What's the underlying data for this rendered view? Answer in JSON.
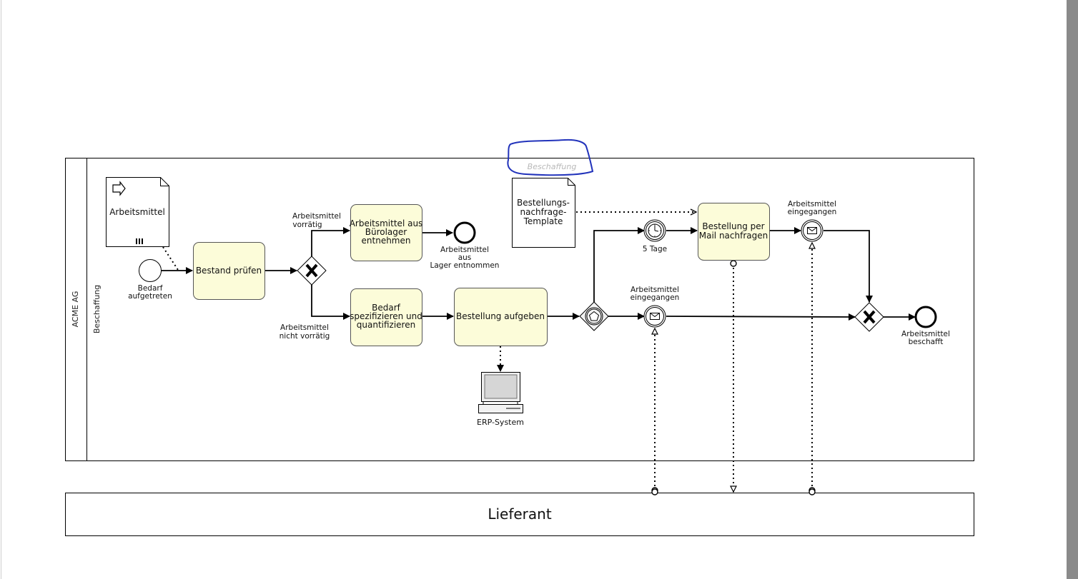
{
  "diagram": {
    "pool_main": {
      "label": "ACME AG"
    },
    "lane": {
      "label": "Beschaffung"
    },
    "annotation_ghost": {
      "label": "Beschaffung"
    },
    "pool_supplier": {
      "label": "Lieferant"
    },
    "data_objects": {
      "arbeitsmittel": {
        "label": "Arbeitsmittel",
        "lines": [
          "Arbeitsmittel"
        ]
      },
      "template": {
        "label": "Bestellungs-nachfrage-Template",
        "lines": [
          "Bestellungs-",
          "nachfrage-",
          "Template"
        ]
      }
    },
    "events": {
      "start": {
        "lines": [
          "Bedarf",
          "aufgetreten"
        ]
      },
      "end_lager": {
        "lines": [
          "Arbeitsmittel",
          "aus",
          "Lager entnommen"
        ]
      },
      "timer": {
        "lines": [
          "5 Tage"
        ]
      },
      "msg_top": {
        "lines": [
          "Arbeitsmittel",
          "eingegangen"
        ]
      },
      "msg_mid": {
        "lines": [
          "Arbeitsmittel",
          "eingegangen"
        ]
      },
      "end_final": {
        "lines": [
          "Arbeitsmittel",
          "beschafft"
        ]
      }
    },
    "tasks": {
      "bestand": {
        "lines": [
          "Bestand prüfen"
        ]
      },
      "entnehmen": {
        "lines": [
          "Arbeitsmittel aus",
          "Bürolager",
          "entnehmen"
        ]
      },
      "spezifizieren": {
        "lines": [
          "Bedarf",
          "spezifizieren und",
          "quantifizieren"
        ]
      },
      "aufgeben": {
        "lines": [
          "Bestellung aufgeben"
        ]
      },
      "nachfragen": {
        "lines": [
          "Bestellung per",
          "Mail nachfragen"
        ]
      }
    },
    "gateway_labels": {
      "vorraetig": {
        "lines": [
          "Arbeitsmittel",
          "vorrätig"
        ]
      },
      "nicht_vorraetig": {
        "lines": [
          "Arbeitsmittel",
          "nicht vorrätig"
        ]
      }
    },
    "system": {
      "label": "ERP-System"
    },
    "colors": {
      "task_fill": "#fcfcd9",
      "annotation_stroke": "#2233bb",
      "scrollbar": "#8a8a8a"
    }
  }
}
